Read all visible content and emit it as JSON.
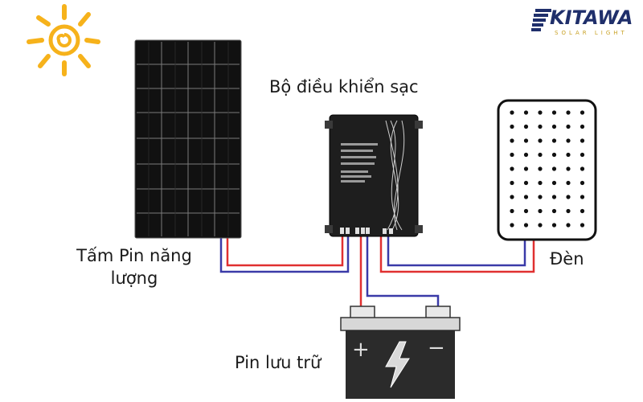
{
  "brand": {
    "name": "KITAWA",
    "tagline": "SOLAR LIGHT"
  },
  "labels": {
    "controller": "Bộ điều khiển sạc",
    "panel_line1": "Tấm Pin năng",
    "panel_line2": "lượng",
    "lamp": "Đèn",
    "battery": "Pin lưu trữ"
  },
  "battery_terminals": {
    "plus": "+",
    "minus": "−"
  },
  "colors": {
    "positive_wire": "#e03030",
    "negative_wire": "#3a3aa8",
    "panel": "#111111",
    "controller": "#1e1e1e",
    "sun": "#f6b21b",
    "battery_case": "#2b2b2b",
    "brand": "#1f2f6b"
  }
}
